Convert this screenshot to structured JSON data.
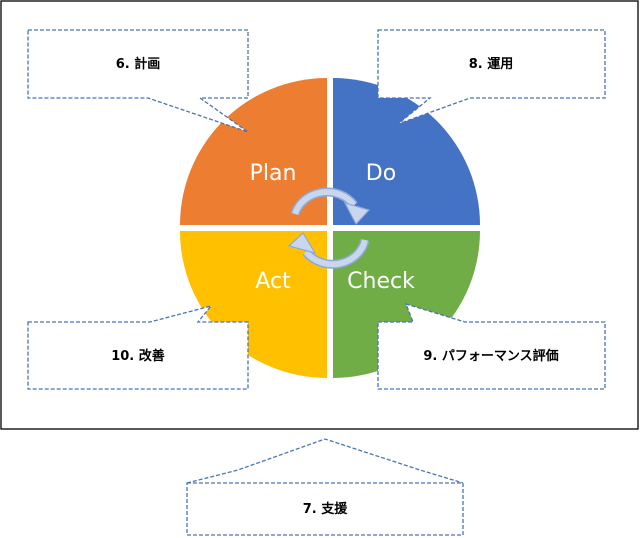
{
  "quadrants": {
    "plan": {
      "label": "Plan",
      "color": "#ED7D31"
    },
    "do": {
      "label": "Do",
      "color": "#4472C4"
    },
    "act": {
      "label": "Act",
      "color": "#FFC000"
    },
    "check": {
      "label": "Check",
      "color": "#70AD47"
    }
  },
  "callouts": {
    "plan": "6. 計画",
    "do": "8. 運用",
    "act": "10. 改善",
    "check": "9. パフォーマンス評価",
    "support": "7. 支援"
  },
  "colors": {
    "callout_border": "#4a74b8",
    "frame": "#000000",
    "cycle_arrow": "#b4c7e7",
    "cycle_arrow_outline": "#8fa9d6"
  }
}
